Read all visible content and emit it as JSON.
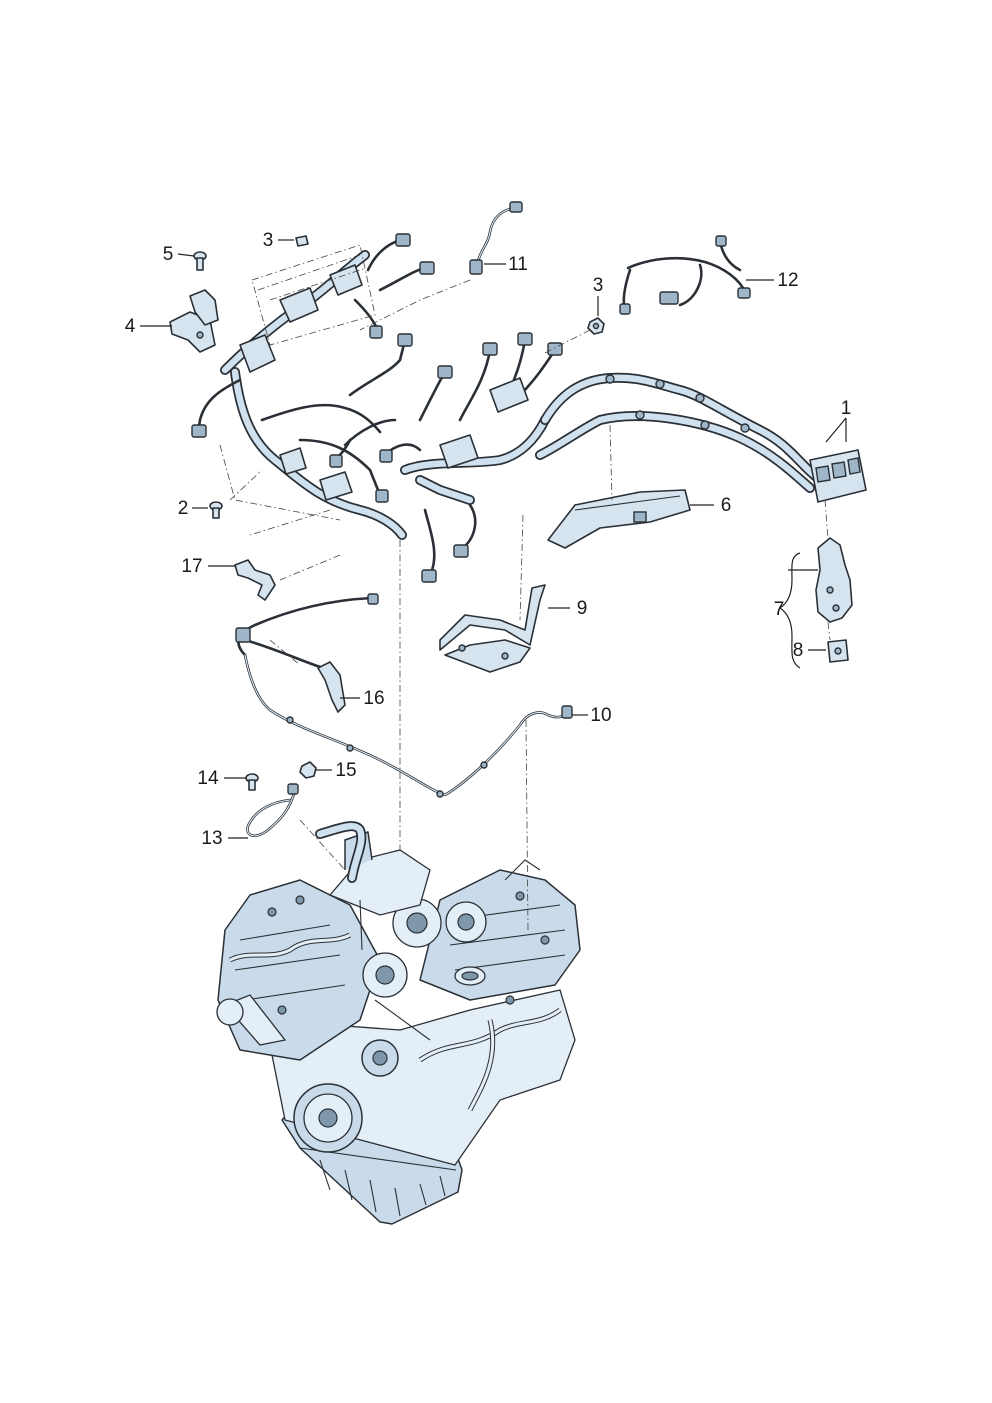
{
  "callouts": [
    {
      "id": "c1",
      "text": "1"
    },
    {
      "id": "c2",
      "text": "2"
    },
    {
      "id": "c3a",
      "text": "3"
    },
    {
      "id": "c3b",
      "text": "3"
    },
    {
      "id": "c4",
      "text": "4"
    },
    {
      "id": "c5",
      "text": "5"
    },
    {
      "id": "c6",
      "text": "6"
    },
    {
      "id": "c7",
      "text": "7"
    },
    {
      "id": "c8",
      "text": "8"
    },
    {
      "id": "c9",
      "text": "9"
    },
    {
      "id": "c10",
      "text": "10"
    },
    {
      "id": "c11",
      "text": "11"
    },
    {
      "id": "c12",
      "text": "12"
    },
    {
      "id": "c13",
      "text": "13"
    },
    {
      "id": "c14",
      "text": "14"
    },
    {
      "id": "c15",
      "text": "15"
    },
    {
      "id": "c16",
      "text": "16"
    },
    {
      "id": "c17",
      "text": "17"
    }
  ],
  "colors": {
    "line": "#2a3036",
    "part_fill": "#d6e4f0",
    "part_shade": "#9fb6c9",
    "background": "#ffffff"
  }
}
